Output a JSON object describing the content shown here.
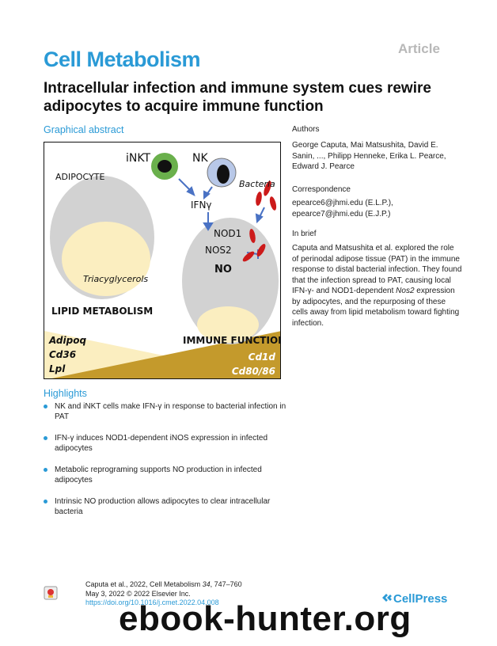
{
  "header": {
    "article_tag": "Article",
    "journal": "Cell Metabolism",
    "title": "Intracellular infection and immune system cues rewire adipocytes to acquire immune function"
  },
  "graphical_abstract": {
    "heading": "Graphical abstract",
    "labels": {
      "inkt": "iNKT",
      "nk": "NK",
      "adipocyte": "ADIPOCYTE",
      "bacteria": "Bacteria",
      "ifng": "IFNγ",
      "nod1": "NOD1",
      "nos2": "NOS2",
      "no": "NO",
      "triacylglycerols": "Triacyglycerols",
      "lipid_metabolism": "LIPID METABOLISM",
      "immune_function": "IMMUNE FUNCTION"
    },
    "genes_left": [
      "Adipoq",
      "Cd36",
      "Lpl"
    ],
    "genes_right": [
      "Cd1d",
      "Cd80/86"
    ]
  },
  "authors": {
    "heading": "Authors",
    "text": "George Caputa, Mai Matsushita, David E. Sanin, ..., Philipp Henneke, Erika L. Pearce, Edward J. Pearce"
  },
  "correspondence": {
    "heading": "Correspondence",
    "emails": [
      "epearce6@jhmi.edu (E.L.P.),",
      "epearce7@jhmi.edu (E.J.P.)"
    ]
  },
  "in_brief": {
    "heading": "In brief",
    "text_before": "Caputa and Matsushita et al. explored the role of perinodal adipose tissue (PAT) in the immune response to distal bacterial infection. They found that the infection spread to PAT, causing local IFN-γ- and NOD1-dependent ",
    "italic": "Nos2",
    "text_after": " expression by adipocytes, and the repurposing of these cells away from lipid metabolism toward fighting infection."
  },
  "highlights": {
    "heading": "Highlights",
    "items": [
      "NK and iNKT cells make IFN-γ in response to bacterial infection in PAT",
      "IFN-γ induces NOD1-dependent iNOS expression in infected adipocytes",
      "Metabolic reprograming supports NO production in infected adipocytes",
      "Intrinsic NO production allows adipocytes to clear intracellular bacteria"
    ]
  },
  "citation": {
    "line1_before": "Caputa et al., 2022, Cell Metabolism ",
    "volume": "34",
    "line1_after": ", 747–760",
    "line2": "May 3, 2022 © 2022 Elsevier Inc.",
    "doi": "https://doi.org/10.1016/j.cmet.2022.04.008"
  },
  "publisher": "CellPress",
  "watermark": "ebook-hunter.org",
  "colors": {
    "accent": "#2a9ad6",
    "lipid_fill": "#fbeec0",
    "immune_fill": "#c49a2c",
    "cell_gray": "#d2d2d2",
    "bacteria_red": "#cc1a1a",
    "nkt_green": "#6ab04c",
    "nk_blue": "#b8c8e8"
  }
}
